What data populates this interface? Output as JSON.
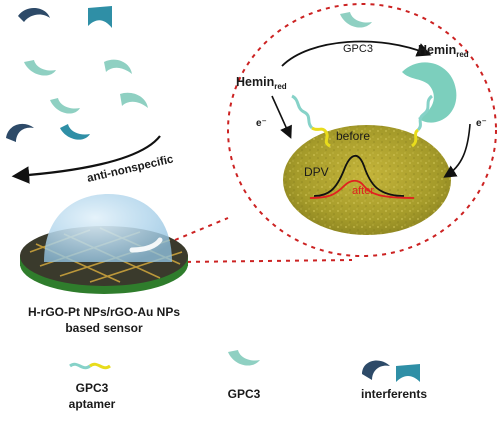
{
  "labels": {
    "gpc3_top": "GPC3",
    "hemin_left": "Hemin",
    "hemin_left_sub": "red",
    "hemin_right": "Hemin",
    "hemin_right_sub": "red",
    "electron_left": "e⁻",
    "electron_right": "e⁻",
    "before": "before",
    "dpv": "DPV",
    "after": "after",
    "anti_nonspecific": "anti-nonspecific",
    "sensor_line1": "H-rGO-Pt NPs/rGO-Au NPs",
    "sensor_line2": "based sensor"
  },
  "legend": {
    "aptamer_line1": "GPC3",
    "aptamer_line2": "aptamer",
    "gpc3": "GPC3",
    "interferents": "interferents"
  },
  "colors": {
    "gpc3_teal": "#8fd0c2",
    "interferent_dark": "#2d4a68",
    "interferent_blue": "#2f8fa6",
    "aptamer_teal": "#86d2c8",
    "aptamer_yellow": "#e8dc1c",
    "dashed_red": "#cc2222",
    "electrode_gold": "#a59b2a",
    "before_curve": "#111111",
    "after_curve": "#e02020",
    "base_green": "#2f7d2c",
    "dome_blue": "#b9d9ec"
  }
}
